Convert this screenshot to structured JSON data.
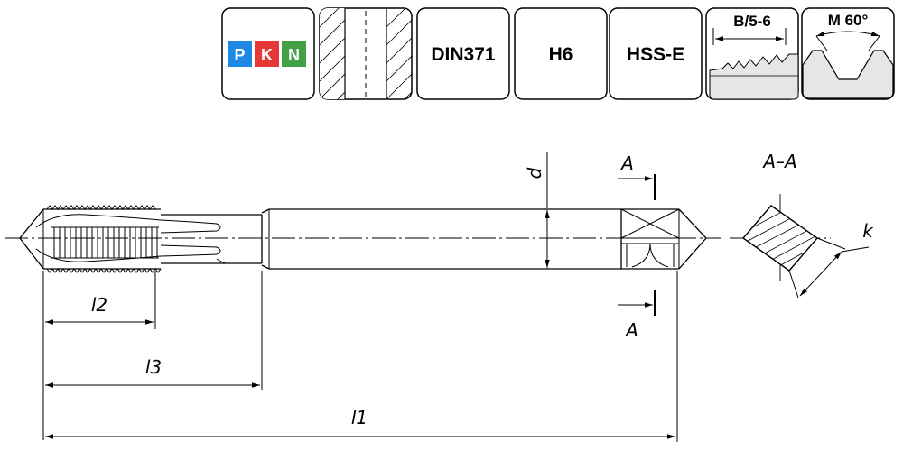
{
  "badges": {
    "brand": {
      "letters": [
        "P",
        "K",
        "N"
      ],
      "colors": [
        "#1e88e5",
        "#e53935",
        "#43a047"
      ]
    },
    "standard": "DIN371",
    "tolerance": "H6",
    "material": "HSS-E",
    "thread_tolerance": "B/5-6",
    "thread_type": "M 60°"
  },
  "drawing": {
    "labels": {
      "d": "d",
      "l1": "l1",
      "l2": "l2",
      "l3": "l3",
      "k": "k",
      "section_mark_top": "A",
      "section_mark_bottom": "A",
      "section_title": "A–A"
    }
  },
  "colors": {
    "stroke": "#000000",
    "badge_background": "#ffffff",
    "profile_fill": "#e6e6e6"
  }
}
